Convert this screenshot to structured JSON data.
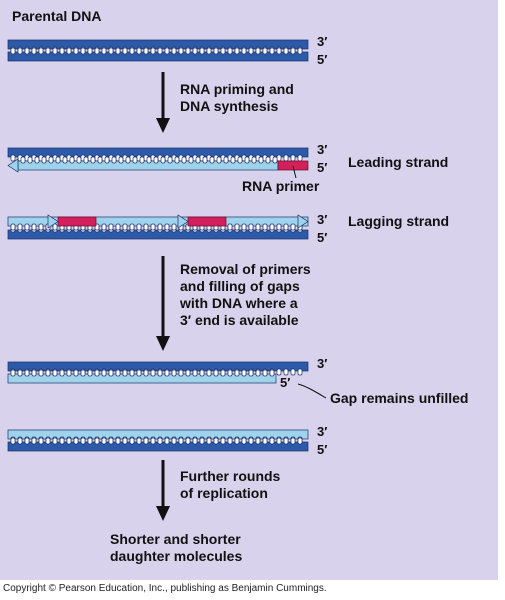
{
  "title": "Parental DNA",
  "end_labels": {
    "three": "3′",
    "five": "5′"
  },
  "steps": {
    "priming": [
      "RNA priming and",
      "DNA synthesis"
    ],
    "removal": [
      "Removal of primers",
      "and filling of gaps",
      "with DNA where a",
      "3′ end is available"
    ],
    "further": [
      "Further rounds",
      "of replication"
    ]
  },
  "labels": {
    "leading": "Leading strand",
    "lagging": "Lagging strand",
    "rna_primer": "RNA primer",
    "gap": "Gap remains unfilled"
  },
  "result": [
    "Shorter and shorter",
    "daughter molecules"
  ],
  "copyright": "Copyright © Pearson Education, Inc., publishing as Benjamin Cummings.",
  "colors": {
    "background": "#d8d2ec",
    "parental_strand": "#2c5aa8",
    "new_strand": "#9fd3ec",
    "rna_primer": "#d4205a",
    "arrow": "#111111"
  }
}
